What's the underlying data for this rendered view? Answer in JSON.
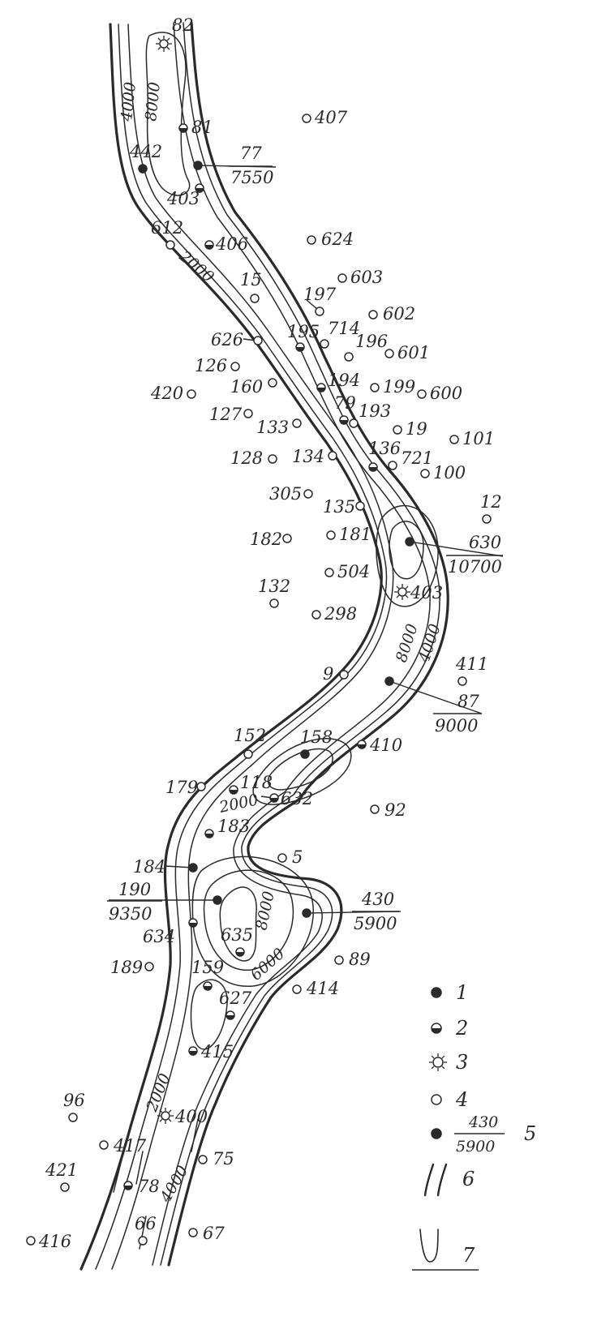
{
  "wells": [
    {
      "label": "82",
      "type": "dry"
    },
    {
      "label": "81",
      "type": "half"
    },
    {
      "label": "442",
      "type": "productive"
    },
    {
      "label": "77",
      "type": "productive",
      "value": "7550"
    },
    {
      "label": "403",
      "type": "half"
    },
    {
      "label": "407",
      "type": "none"
    },
    {
      "label": "612",
      "type": "none"
    },
    {
      "label": "406",
      "type": "half"
    },
    {
      "label": "624",
      "type": "none"
    },
    {
      "label": "603",
      "type": "none"
    },
    {
      "label": "15",
      "type": "none"
    },
    {
      "label": "197",
      "type": "none"
    },
    {
      "label": "602",
      "type": "none"
    },
    {
      "label": "626",
      "type": "none"
    },
    {
      "label": "195",
      "type": "half"
    },
    {
      "label": "714",
      "type": "none"
    },
    {
      "label": "196",
      "type": "none"
    },
    {
      "label": "601",
      "type": "none"
    },
    {
      "label": "126",
      "type": "none"
    },
    {
      "label": "160",
      "type": "none"
    },
    {
      "label": "194",
      "type": "half"
    },
    {
      "label": "199",
      "type": "none"
    },
    {
      "label": "600",
      "type": "none"
    },
    {
      "label": "420",
      "type": "none"
    },
    {
      "label": "127",
      "type": "none"
    },
    {
      "label": "79",
      "type": "half"
    },
    {
      "label": "193",
      "type": "none"
    },
    {
      "label": "133",
      "type": "none"
    },
    {
      "label": "19",
      "type": "none"
    },
    {
      "label": "101",
      "type": "none"
    },
    {
      "label": "128",
      "type": "none"
    },
    {
      "label": "134",
      "type": "none"
    },
    {
      "label": "136",
      "type": "half"
    },
    {
      "label": "721",
      "type": "none"
    },
    {
      "label": "100",
      "type": "none"
    },
    {
      "label": "305",
      "type": "none"
    },
    {
      "label": "135",
      "type": "none"
    },
    {
      "label": "12",
      "type": "none"
    },
    {
      "label": "182",
      "type": "none"
    },
    {
      "label": "181",
      "type": "none"
    },
    {
      "label": "630",
      "type": "productive",
      "value": "10700"
    },
    {
      "label": "504",
      "type": "none"
    },
    {
      "label": "132",
      "type": "none"
    },
    {
      "label": "403",
      "type": "dry"
    },
    {
      "label": "298",
      "type": "none"
    },
    {
      "label": "9",
      "type": "none"
    },
    {
      "label": "411",
      "type": "none"
    },
    {
      "label": "87",
      "type": "productive",
      "value": "9000"
    },
    {
      "label": "152",
      "type": "none"
    },
    {
      "label": "158",
      "type": "productive"
    },
    {
      "label": "410",
      "type": "half"
    },
    {
      "label": "179",
      "type": "none"
    },
    {
      "label": "118",
      "type": "half"
    },
    {
      "label": "632",
      "type": "half"
    },
    {
      "label": "92",
      "type": "none"
    },
    {
      "label": "183",
      "type": "half"
    },
    {
      "label": "5",
      "type": "none"
    },
    {
      "label": "184",
      "type": "productive"
    },
    {
      "label": "190",
      "type": "productive",
      "value": "9350"
    },
    {
      "label": "430",
      "type": "productive",
      "value": "5900"
    },
    {
      "label": "634",
      "type": "half"
    },
    {
      "label": "635",
      "type": "half"
    },
    {
      "label": "89",
      "type": "none"
    },
    {
      "label": "189",
      "type": "none"
    },
    {
      "label": "159",
      "type": "half"
    },
    {
      "label": "414",
      "type": "none"
    },
    {
      "label": "627",
      "type": "half"
    },
    {
      "label": "415",
      "type": "half"
    },
    {
      "label": "96",
      "type": "none"
    },
    {
      "label": "400",
      "type": "dry"
    },
    {
      "label": "417",
      "type": "none"
    },
    {
      "label": "75",
      "type": "none"
    },
    {
      "label": "421",
      "type": "none"
    },
    {
      "label": "78",
      "type": "half"
    },
    {
      "label": "66",
      "type": "none"
    },
    {
      "label": "67",
      "type": "none"
    },
    {
      "label": "416",
      "type": "none"
    }
  ],
  "contours": [
    "4000",
    "8000",
    "2000",
    "8000",
    "4000",
    "2000",
    "8000",
    "6000",
    "2000",
    "4000"
  ],
  "legend": [
    {
      "num": "1",
      "symbol": "productive"
    },
    {
      "num": "2",
      "symbol": "half"
    },
    {
      "num": "3",
      "symbol": "dry"
    },
    {
      "num": "4",
      "symbol": "none"
    },
    {
      "num": "5",
      "symbol": "productive",
      "top": "430",
      "bottom": "5900"
    },
    {
      "num": "6",
      "symbol": "bank-lines"
    },
    {
      "num": "7",
      "symbol": "contour-loop"
    }
  ],
  "colors": {
    "ink": "#2a2a2a",
    "paper": "#ffffff"
  }
}
